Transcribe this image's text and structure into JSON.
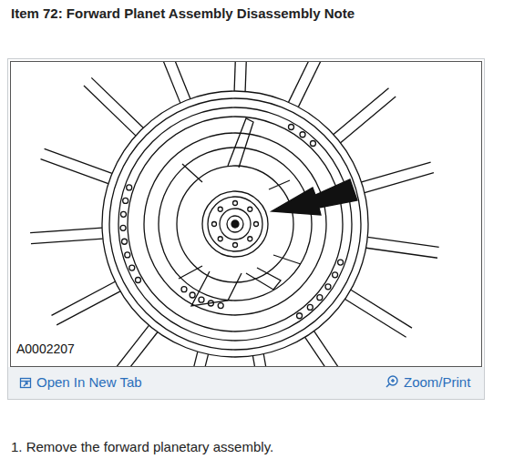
{
  "diagram": {
    "title": "Item 72: Forward Planet Assembly Disassembly Note",
    "labels": [
      "A0002207",
      "Open In New Tab",
      "Zoom/Print",
      "1. Remove the forward planetary assembly."
    ]
  }
}
